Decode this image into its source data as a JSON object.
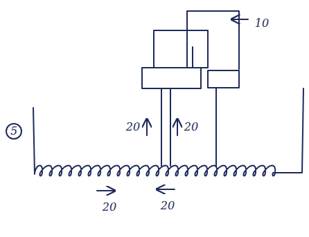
{
  "diagram": {
    "labels": [
      "5",
      "10",
      "20",
      "20",
      "20",
      "20"
    ]
  }
}
